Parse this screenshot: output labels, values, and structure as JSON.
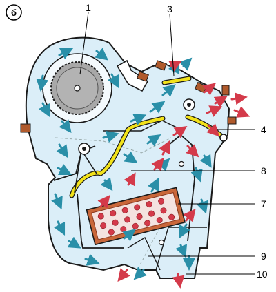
{
  "figure": {
    "panel_label": "б",
    "callouts": [
      {
        "id": "1",
        "label": "1"
      },
      {
        "id": "3",
        "label": "3"
      },
      {
        "id": "4",
        "label": "4"
      },
      {
        "id": "8",
        "label": "8"
      },
      {
        "id": "7",
        "label": "7"
      },
      {
        "id": "9",
        "label": "9"
      },
      {
        "id": "10",
        "label": "10"
      }
    ]
  },
  "colors": {
    "housing_fill": "#dbeef8",
    "outline": "#1a1a1a",
    "cool_air": "#2a8fa8",
    "warm_air": "#d43a4a",
    "damper": "#f2e21a",
    "heater_core": "#c9673a",
    "heater_core_inner": "#f4e3e0",
    "fan": "#a8a8a8",
    "port_tab": "#b05a2c"
  }
}
